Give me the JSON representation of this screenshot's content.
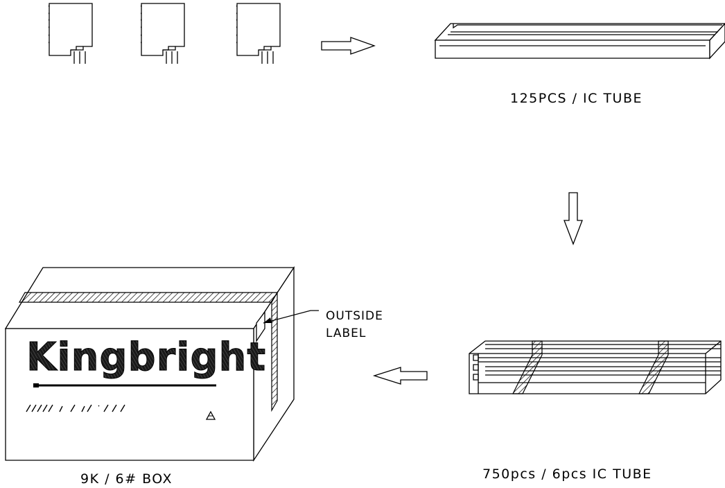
{
  "steps": {
    "tube_label": "125PCS /  IC TUBE",
    "bundle_label": "750pcs / 6pcs IC TUBE",
    "box_label": "9K / 6# BOX"
  },
  "box": {
    "brand": "Kingbright",
    "callout": [
      "OUTSIDE",
      "LABEL"
    ]
  }
}
